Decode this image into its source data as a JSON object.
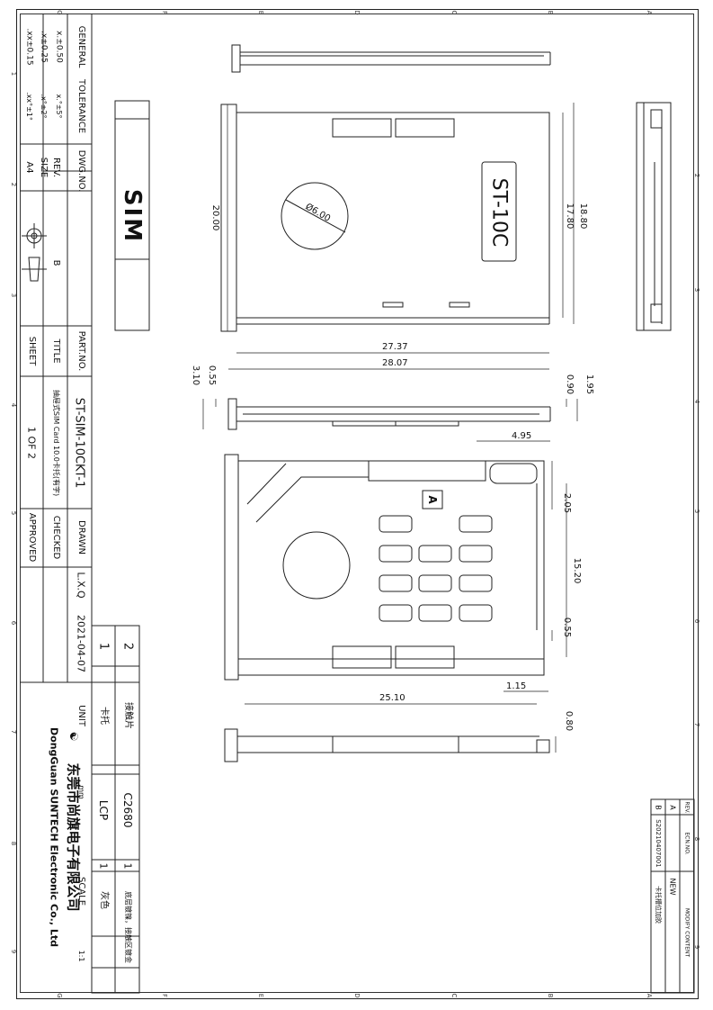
{
  "zones": {
    "top": [
      "G",
      "F",
      "E",
      "D",
      "C",
      "B",
      "A"
    ],
    "side": [
      "1",
      "2",
      "3",
      "4",
      "5",
      "6",
      "7",
      "8",
      "9"
    ]
  },
  "title_block": {
    "general": "GENERAL",
    "tolerance": "TOLERANCE",
    "tol_x": "x.±0.50",
    "tol_xx": ".x±0.25",
    "tol_xxx": ".xx±0.15",
    "tol_ang1": "x.°±5°",
    "tol_ang2": ".x°±2°",
    "tol_ang3": ".xx°±1°",
    "dwg_no_label": "DWG.NO.",
    "rev_label": "REV.",
    "rev_value": "B",
    "size_label": "SIZE",
    "size_value": "A4",
    "part_no_label": "PART.NO.",
    "part_no_value": "ST-SIM-10CKT-1",
    "title_label": "TITLE",
    "title_value": "抽屉式SIM Card 10.0卡托(有字)",
    "sheet_label": "SHEET",
    "sheet_value": "1  OF  2",
    "drawn_label": "DRAWN",
    "checked_label": "CHECKED",
    "approved_label": "APPROVED",
    "drawn_by": "L.X.Q",
    "drawn_date": "2021-04-07",
    "company_cn": "东莞市尚旗电子有限公司",
    "company_en": "DongGuan SUNTECH Electronic Co., Ltd",
    "unit_label": "UNIT",
    "unit_value": "mm",
    "scale_label": "SCALE",
    "scale_value": "1:1"
  },
  "bom": [
    {
      "no": "2",
      "name": "接触片",
      "material": "C2680",
      "qty": "1",
      "note": "底层镀镍，接触区镀金"
    },
    {
      "no": "1",
      "name": "卡托",
      "material": "LCP",
      "qty": "1",
      "note": "灰色"
    }
  ],
  "revisions": {
    "headers": {
      "rev": "REV.",
      "ecn": "ECN.NO.",
      "content": "MODIFY CONTENT"
    },
    "rows": [
      {
        "rev": "A",
        "ecn": "",
        "content": "NEW"
      },
      {
        "rev": "B",
        "ecn": "S20210407001",
        "content": "卡托槽位加胶"
      }
    ]
  },
  "drawing": {
    "part_text": "ST-10C",
    "side_text": "SIM",
    "pad_letter": "A",
    "dims": {
      "d_hole": "Ø6.00",
      "w_outer": "28.07",
      "w_inner": "27.37",
      "h_20": "20.00",
      "h_1780": "17.80",
      "h_1880": "18.80",
      "t_310": "3.10",
      "t_055a": "0.55",
      "t_090": "0.90",
      "t_195": "1.95",
      "l_495": "4.95",
      "d_205": "2.05",
      "d_1520": "15.20",
      "d_055b": "0.55",
      "w_2510": "25.10",
      "w_115": "1.15",
      "t_080": "0.80"
    }
  }
}
